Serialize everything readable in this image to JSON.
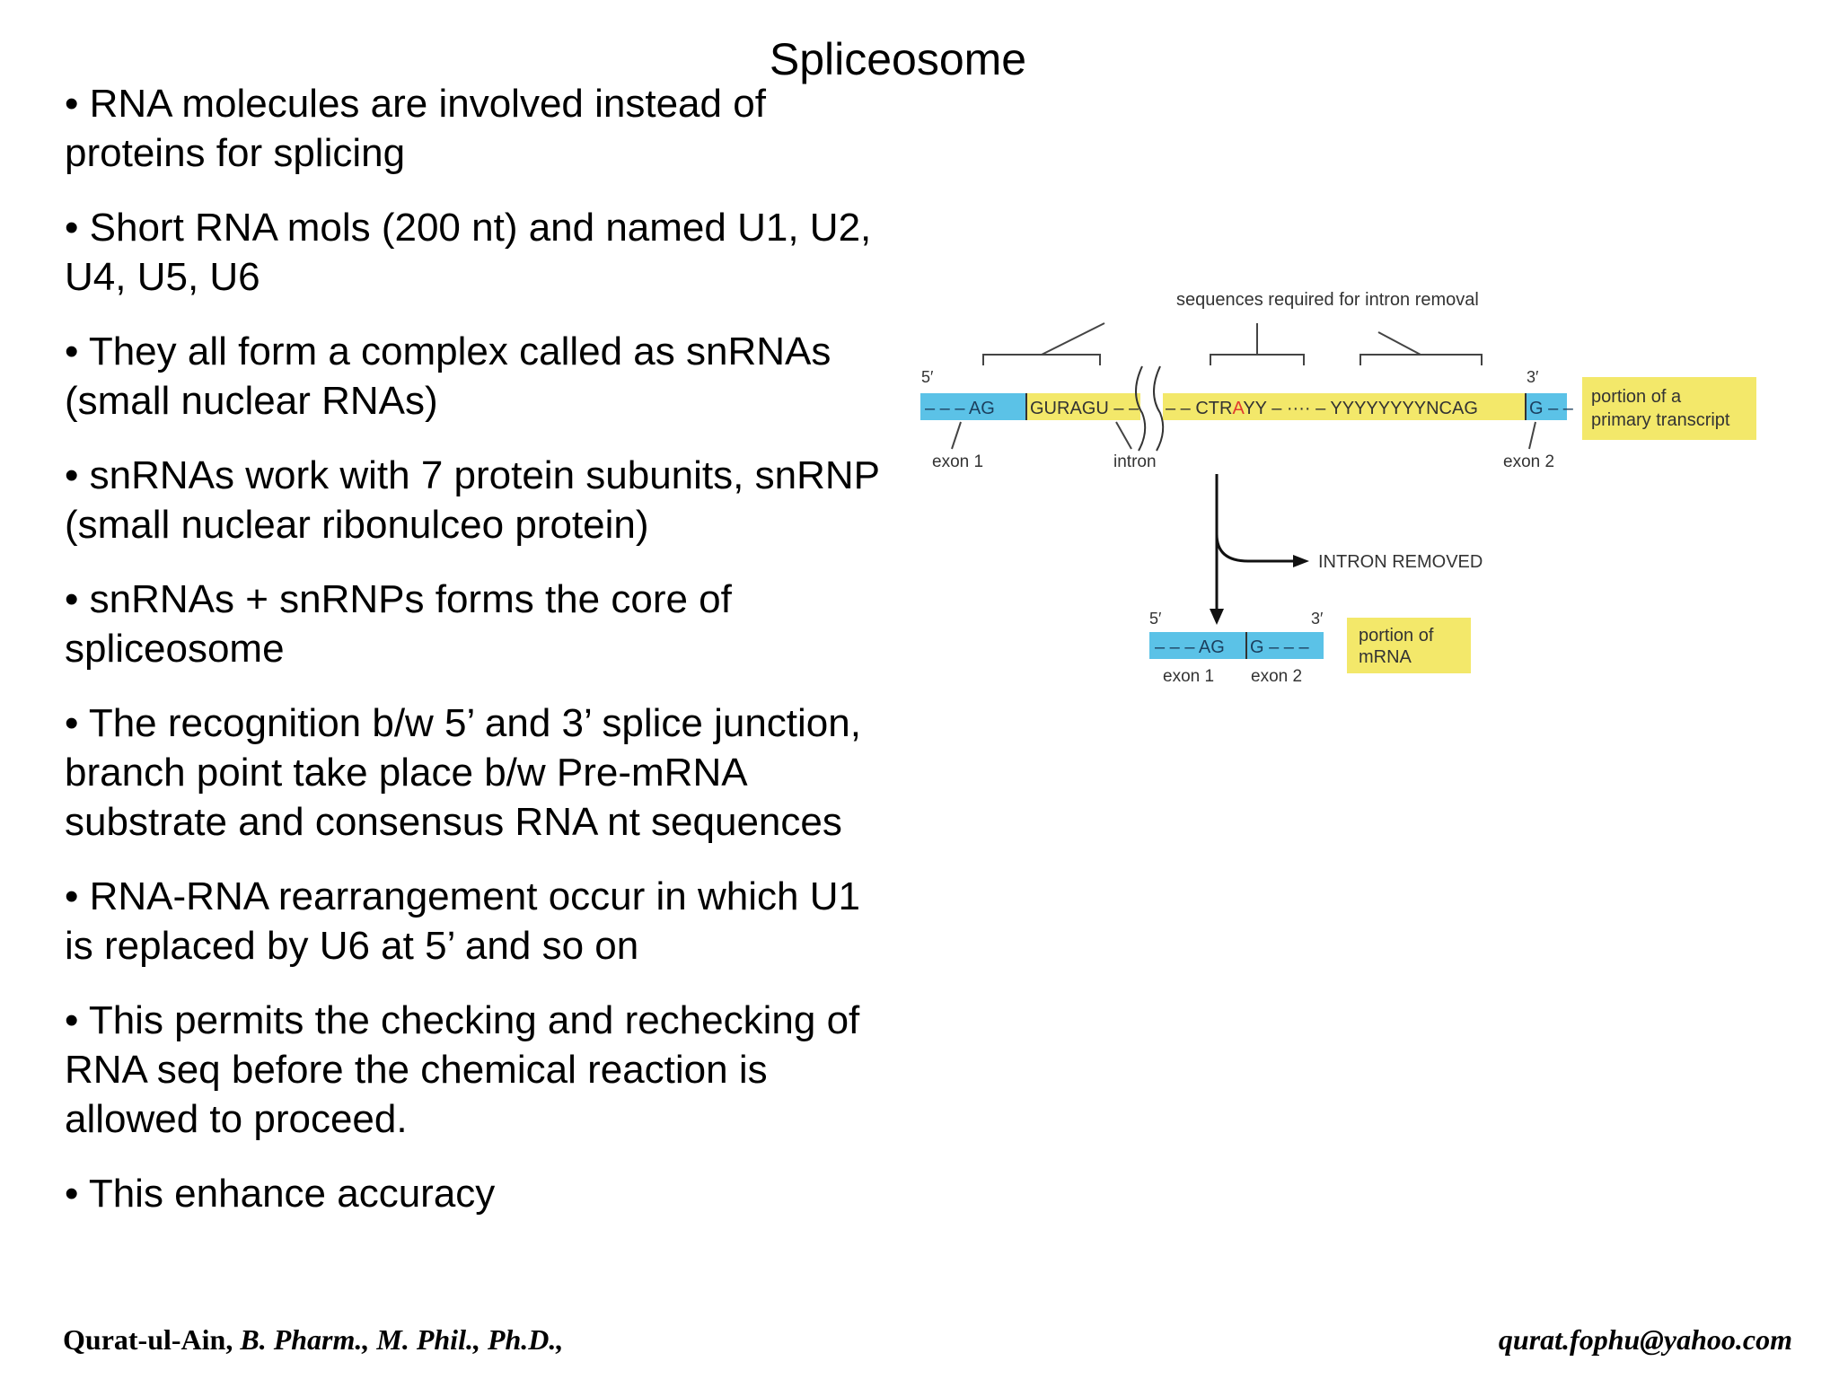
{
  "slide": {
    "title": "Spliceosome",
    "bullets": [
      "• RNA molecules are involved instead of proteins for splicing",
      "• Short RNA mols (200 nt) and named U1, U2, U4, U5, U6",
      "• They all form a complex called as snRNAs (small nuclear RNAs)",
      "• snRNAs work with  7 protein subunits, snRNP (small nuclear ribonulceo protein)",
      "• snRNAs + snRNPs forms the core of spliceosome",
      "• The recognition b/w 5’ and 3’ splice junction, branch point take place b/w Pre-mRNA substrate and consensus RNA nt sequences",
      "• RNA-RNA rearrangement occur in which U1 is replaced by U6 at 5’ and so on",
      "• This permits the checking and rechecking of RNA seq before the chemical reaction is allowed to proceed.",
      "• This enhance accuracy"
    ]
  },
  "diagram": {
    "top_label": "sequences required for intron removal",
    "five_prime": "5′",
    "three_prime": "3′",
    "seq_exon1": "– – – AG",
    "seq_intron_start": "GURAGU – –",
    "seq_intron_mid_a": "– – CTR",
    "seq_branch": "A",
    "seq_intron_mid_b": "YY – ···· – YYYYYYYYNCAG",
    "seq_exon2": "G – –",
    "label_exon1": "exon 1",
    "label_intron": "intron",
    "label_exon2": "exon 2",
    "box_primary_line1": "portion of a",
    "box_primary_line2": "primary transcript",
    "intron_removed": "INTRON REMOVED",
    "mrna_exon1": "– – – AG",
    "mrna_exon2": "G – – –",
    "mrna_label_exon1": "exon 1",
    "mrna_label_exon2": "exon 2",
    "box_mrna_line1": "portion of",
    "box_mrna_line2": "mRNA",
    "colors": {
      "exon": "#5bc2e7",
      "intron": "#f3e86a",
      "label_box": "#f3e86a",
      "branch_point": "#e03a2f"
    }
  },
  "footer": {
    "author": "Qurat-ul-Ain,",
    "credentials": " B. Pharm., M. Phil., Ph.D.,",
    "email": "qurat.fophu@yahoo.com"
  }
}
